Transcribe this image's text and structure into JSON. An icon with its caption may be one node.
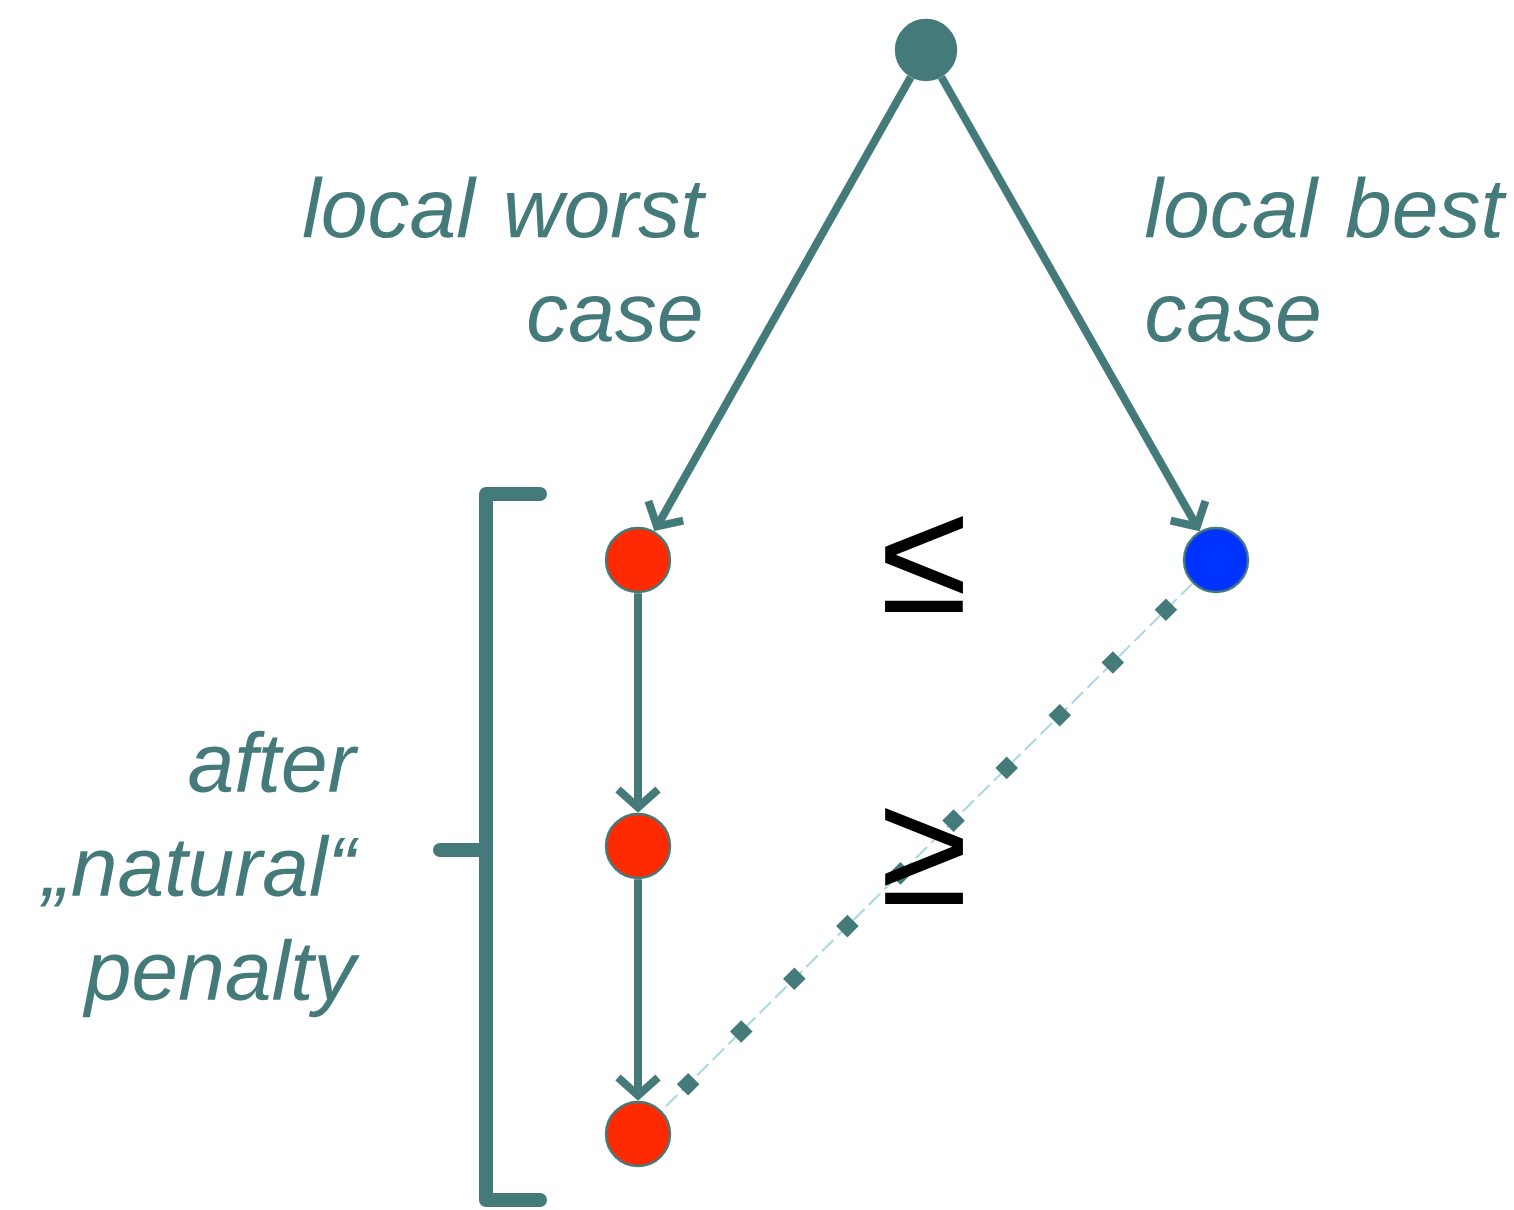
{
  "diagram": {
    "nodes": [
      {
        "text": [],
        "shape": "circle"
      },
      {
        "text": [],
        "shape": "circle"
      },
      {
        "text": [],
        "shape": "circle"
      },
      {
        "text": [],
        "shape": "circle"
      },
      {
        "text": [],
        "shape": "circle"
      }
    ],
    "edges": [
      {
        "from": 0,
        "to": 1,
        "arrow": "to",
        "label": "local worst case"
      },
      {
        "from": 0,
        "to": 2,
        "arrow": "to",
        "label": "local best case"
      },
      {
        "from": 1,
        "to": 3,
        "arrow": "to"
      },
      {
        "from": 3,
        "to": 4,
        "arrow": "to"
      },
      {
        "from": 2,
        "to": 4,
        "arrow": "none",
        "style": "dashed",
        "color": "#a8d8e0"
      }
    ],
    "labels": [
      "≤",
      "≥",
      "after „natural“ penalty"
    ]
  }
}
